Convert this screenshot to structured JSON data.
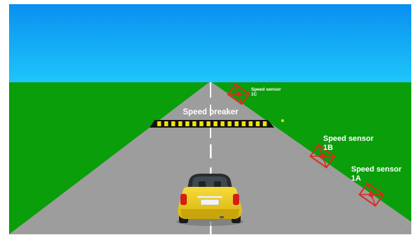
{
  "colors": {
    "sky_top": "#0a8ff0",
    "sky_bottom": "#1ec6fa",
    "grass": "#0a9e0a",
    "road": "#9d9d9d",
    "lane_marking": "#ffffff",
    "breaker_yellow": "#f4e300",
    "breaker_black": "#111111",
    "sensor_red": "#e0281e",
    "car_body": "#f2cf14",
    "car_roof": "#2c2c2c"
  },
  "scene": {
    "speed_breaker_label": "Speed breaker",
    "sensors": [
      {
        "id": "1C",
        "line1": "Speed sensor",
        "line2": "1C"
      },
      {
        "id": "1B",
        "line1": "Speed sensor",
        "line2": "1B"
      },
      {
        "id": "1A",
        "line1": "Speed sensor",
        "line2": "1A"
      }
    ]
  }
}
